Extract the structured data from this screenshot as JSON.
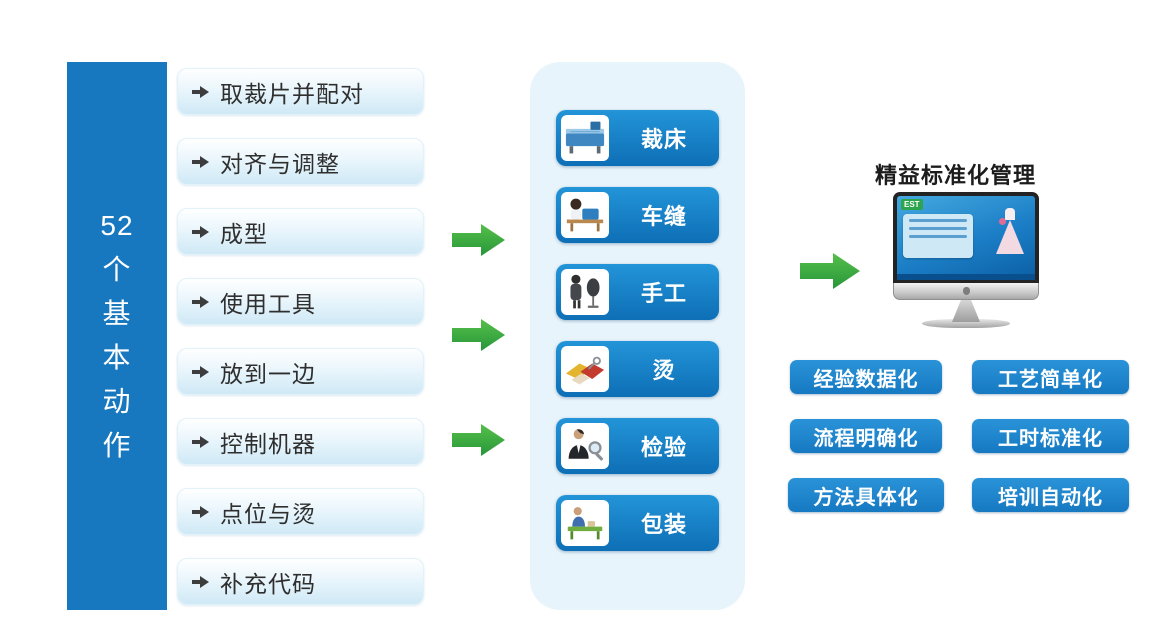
{
  "left_panel": {
    "label": "52个基本动作",
    "line_number": "52",
    "chars": [
      "个",
      "基",
      "本",
      "动",
      "作"
    ],
    "items": [
      "取裁片并配对",
      "对齐与调整",
      "成型",
      "使用工具",
      "放到一边",
      "控制机器",
      "点位与烫",
      "补充代码"
    ]
  },
  "process_panel": {
    "items": [
      {
        "label": "裁床",
        "icon": "cutting-machine-icon"
      },
      {
        "label": "车缝",
        "icon": "sewing-icon"
      },
      {
        "label": "手工",
        "icon": "handwork-icon"
      },
      {
        "label": "烫",
        "icon": "ironing-icon"
      },
      {
        "label": "检验",
        "icon": "inspection-icon"
      },
      {
        "label": "包装",
        "icon": "packaging-icon"
      }
    ]
  },
  "right_panel": {
    "title": "精益标准化管理",
    "computer_screen_logo": "EST",
    "buttons": [
      "经验数据化",
      "工艺简单化",
      "流程明确化",
      "工时标准化",
      "方法具体化",
      "培训自动化"
    ]
  },
  "colors": {
    "bar_blue": "#1878bf",
    "process_box_blue": "#1480cc",
    "feature_button_blue": "#1e86ce",
    "panel_background": "#e8f4fb",
    "arrow_green": "#3cb04b",
    "pill_gradient_bottom": "#cfe9f6"
  }
}
